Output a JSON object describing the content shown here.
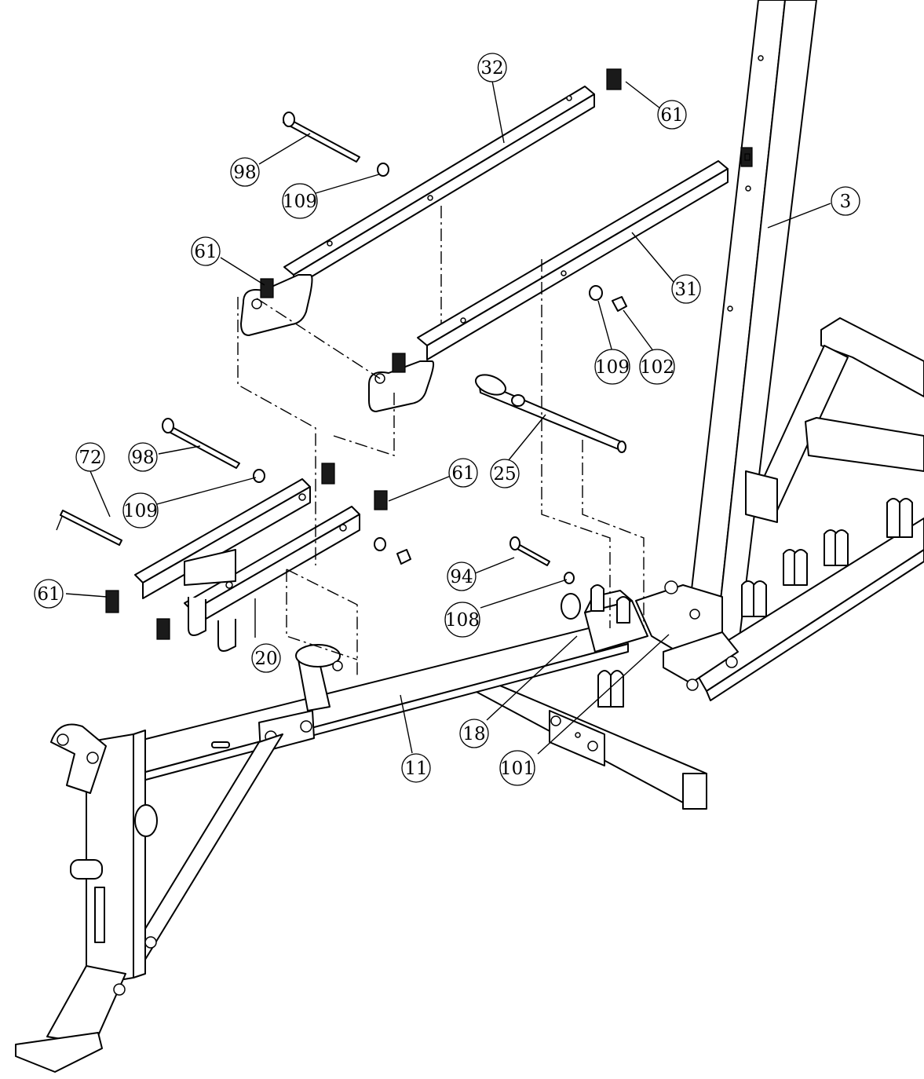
{
  "diagram": {
    "callouts": [
      {
        "id": "c32",
        "label": "32"
      },
      {
        "id": "c61a",
        "label": "61"
      },
      {
        "id": "c98a",
        "label": "98"
      },
      {
        "id": "c109a",
        "label": "109"
      },
      {
        "id": "c3",
        "label": "3"
      },
      {
        "id": "c61b",
        "label": "61"
      },
      {
        "id": "c31",
        "label": "31"
      },
      {
        "id": "c109b",
        "label": "109"
      },
      {
        "id": "c102",
        "label": "102"
      },
      {
        "id": "c72",
        "label": "72"
      },
      {
        "id": "c98b",
        "label": "98"
      },
      {
        "id": "c61c",
        "label": "61"
      },
      {
        "id": "c25",
        "label": "25"
      },
      {
        "id": "c109c",
        "label": "109"
      },
      {
        "id": "c94",
        "label": "94"
      },
      {
        "id": "c61d",
        "label": "61"
      },
      {
        "id": "c108",
        "label": "108"
      },
      {
        "id": "c20",
        "label": "20"
      },
      {
        "id": "c18",
        "label": "18"
      },
      {
        "id": "c11",
        "label": "11"
      },
      {
        "id": "c101",
        "label": "101"
      }
    ]
  }
}
